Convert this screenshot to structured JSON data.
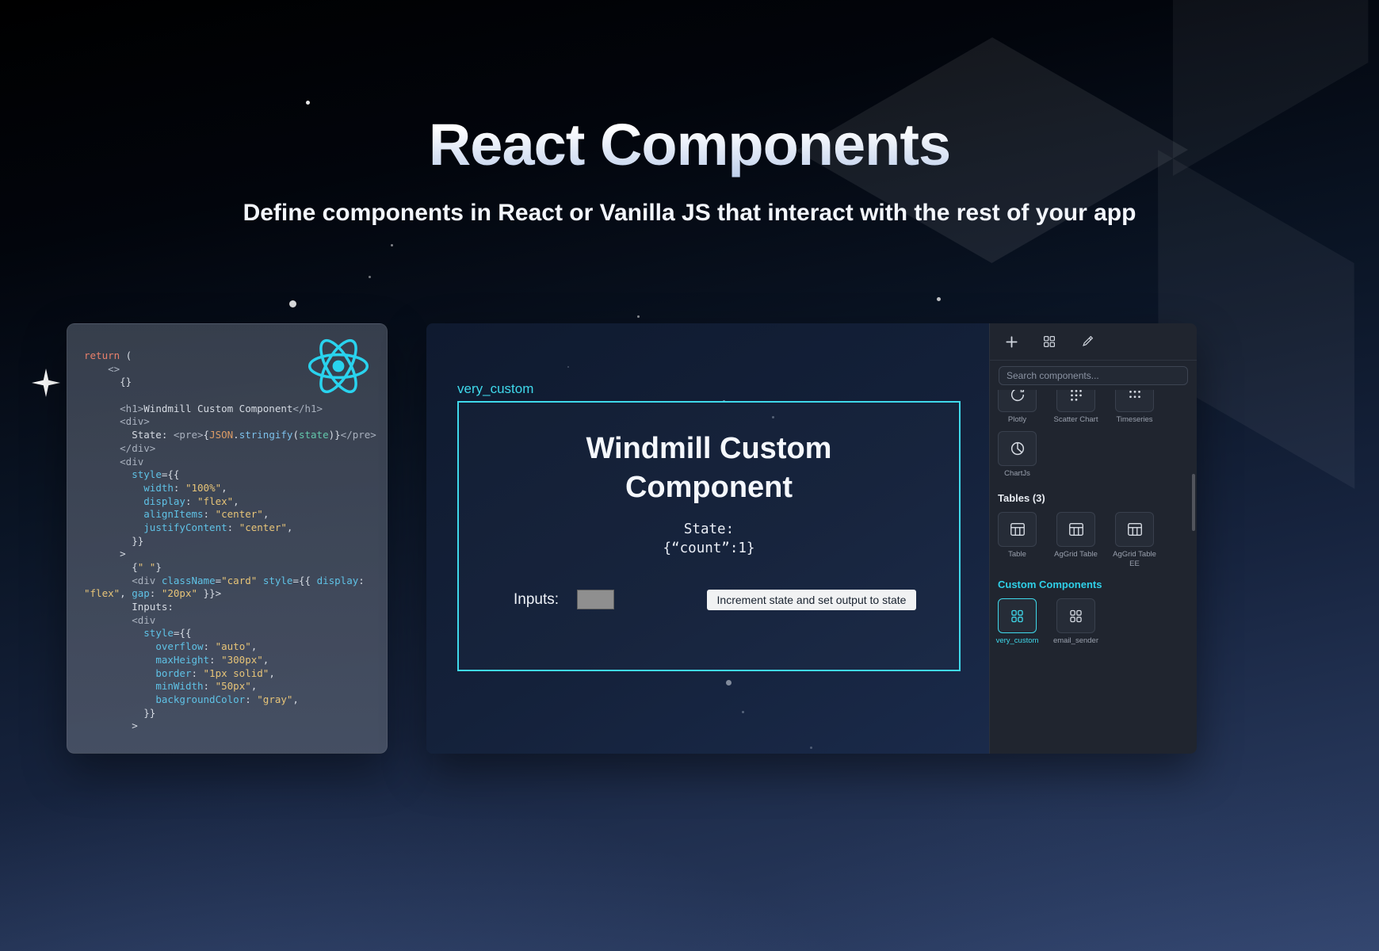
{
  "hero": {
    "title": "React Components",
    "subtitle": "Define components in React or Vanilla JS that interact with the rest of your app"
  },
  "code_panel": {
    "language_icon": "react-logo-icon",
    "lines": [
      [
        [
          "kw",
          "return"
        ],
        [
          "pln",
          " ("
        ]
      ],
      [
        [
          "pln",
          "    "
        ],
        [
          "tag",
          "<>"
        ]
      ],
      [
        [
          "pln",
          "      {}"
        ]
      ],
      [],
      [
        [
          "pln",
          "      "
        ],
        [
          "tag",
          "<h1>"
        ],
        [
          "pln",
          "Windmill Custom Component"
        ],
        [
          "tag",
          "</h1>"
        ]
      ],
      [
        [
          "pln",
          "      "
        ],
        [
          "tag",
          "<div>"
        ]
      ],
      [
        [
          "pln",
          "        State: "
        ],
        [
          "tag",
          "<pre>"
        ],
        [
          "pln",
          "{"
        ],
        [
          "obj",
          "JSON"
        ],
        [
          "pln",
          "."
        ],
        [
          "fn",
          "stringify"
        ],
        [
          "pln",
          "("
        ],
        [
          "var",
          "state"
        ],
        [
          "pln",
          ")}"
        ],
        [
          "tag",
          "</pre>"
        ]
      ],
      [
        [
          "pln",
          "      "
        ],
        [
          "tag",
          "</div>"
        ]
      ],
      [
        [
          "pln",
          "      "
        ],
        [
          "tag",
          "<div"
        ]
      ],
      [
        [
          "pln",
          "        "
        ],
        [
          "attr",
          "style"
        ],
        [
          "pln",
          "={{"
        ]
      ],
      [
        [
          "pln",
          "          "
        ],
        [
          "attr",
          "width"
        ],
        [
          "pln",
          ": "
        ],
        [
          "str",
          "\"100%\""
        ],
        [
          "pln",
          ","
        ]
      ],
      [
        [
          "pln",
          "          "
        ],
        [
          "attr",
          "display"
        ],
        [
          "pln",
          ": "
        ],
        [
          "str",
          "\"flex\""
        ],
        [
          "pln",
          ","
        ]
      ],
      [
        [
          "pln",
          "          "
        ],
        [
          "attr",
          "alignItems"
        ],
        [
          "pln",
          ": "
        ],
        [
          "str",
          "\"center\""
        ],
        [
          "pln",
          ","
        ]
      ],
      [
        [
          "pln",
          "          "
        ],
        [
          "attr",
          "justifyContent"
        ],
        [
          "pln",
          ": "
        ],
        [
          "str",
          "\"center\""
        ],
        [
          "pln",
          ","
        ]
      ],
      [
        [
          "pln",
          "        }}"
        ]
      ],
      [
        [
          "pln",
          "      >"
        ]
      ],
      [
        [
          "pln",
          "        {"
        ],
        [
          "str",
          "\" \""
        ],
        [
          "pln",
          "}"
        ]
      ],
      [
        [
          "pln",
          "        "
        ],
        [
          "tag",
          "<div"
        ],
        [
          "pln",
          " "
        ],
        [
          "attr",
          "className"
        ],
        [
          "pln",
          "="
        ],
        [
          "str",
          "\"card\""
        ],
        [
          "pln",
          " "
        ],
        [
          "attr",
          "style"
        ],
        [
          "pln",
          "={{ "
        ],
        [
          "attr",
          "display"
        ],
        [
          "pln",
          ":"
        ]
      ],
      [
        [
          "str",
          "\"flex\""
        ],
        [
          "pln",
          ", "
        ],
        [
          "attr",
          "gap"
        ],
        [
          "pln",
          ": "
        ],
        [
          "str",
          "\"20px\""
        ],
        [
          "pln",
          " }}>"
        ]
      ],
      [
        [
          "pln",
          "        Inputs:"
        ]
      ],
      [
        [
          "pln",
          "        "
        ],
        [
          "tag",
          "<div"
        ]
      ],
      [
        [
          "pln",
          "          "
        ],
        [
          "attr",
          "style"
        ],
        [
          "pln",
          "={{"
        ]
      ],
      [
        [
          "pln",
          "            "
        ],
        [
          "attr",
          "overflow"
        ],
        [
          "pln",
          ": "
        ],
        [
          "str",
          "\"auto\""
        ],
        [
          "pln",
          ","
        ]
      ],
      [
        [
          "pln",
          "            "
        ],
        [
          "attr",
          "maxHeight"
        ],
        [
          "pln",
          ": "
        ],
        [
          "str",
          "\"300px\""
        ],
        [
          "pln",
          ","
        ]
      ],
      [
        [
          "pln",
          "            "
        ],
        [
          "attr",
          "border"
        ],
        [
          "pln",
          ": "
        ],
        [
          "str",
          "\"1px solid\""
        ],
        [
          "pln",
          ","
        ]
      ],
      [
        [
          "pln",
          "            "
        ],
        [
          "attr",
          "minWidth"
        ],
        [
          "pln",
          ": "
        ],
        [
          "str",
          "\"50px\""
        ],
        [
          "pln",
          ","
        ]
      ],
      [
        [
          "pln",
          "            "
        ],
        [
          "attr",
          "backgroundColor"
        ],
        [
          "pln",
          ": "
        ],
        [
          "str",
          "\"gray\""
        ],
        [
          "pln",
          ","
        ]
      ],
      [
        [
          "pln",
          "          }}"
        ]
      ],
      [
        [
          "pln",
          "        >"
        ]
      ]
    ]
  },
  "preview": {
    "component_label": "very_custom",
    "heading": "Windmill Custom Component",
    "state_label": "State:",
    "state_value": "{“count”:1}",
    "inputs_label": "Inputs:",
    "button_label": "Increment state and set output to state"
  },
  "sidebar": {
    "tabs": [
      {
        "icon": "plus-icon"
      },
      {
        "icon": "components-icon"
      },
      {
        "icon": "style-icon"
      }
    ],
    "search": {
      "placeholder": "Search components..."
    },
    "charts_items": [
      {
        "icon": "plotly-icon",
        "label": "Plotly"
      },
      {
        "icon": "scatter-chart-icon",
        "label": "Scatter Chart"
      },
      {
        "icon": "timeseries-icon",
        "label": "Timeseries"
      }
    ],
    "charts_items_2": [
      {
        "icon": "chartjs-icon",
        "label": "ChartJs"
      }
    ],
    "tables_header": "Tables (3)",
    "tables_items": [
      {
        "icon": "table-icon",
        "label": "Table"
      },
      {
        "icon": "table-icon",
        "label": "AgGrid Table"
      },
      {
        "icon": "table-icon",
        "label": "AgGrid Table EE"
      }
    ],
    "custom_header": "Custom Components",
    "custom_items": [
      {
        "icon": "custom-component-icon",
        "label": "very_custom",
        "selected": true
      },
      {
        "icon": "custom-component-icon",
        "label": "email_sender",
        "selected": false
      }
    ],
    "accent_color": "#3fd9eb"
  }
}
